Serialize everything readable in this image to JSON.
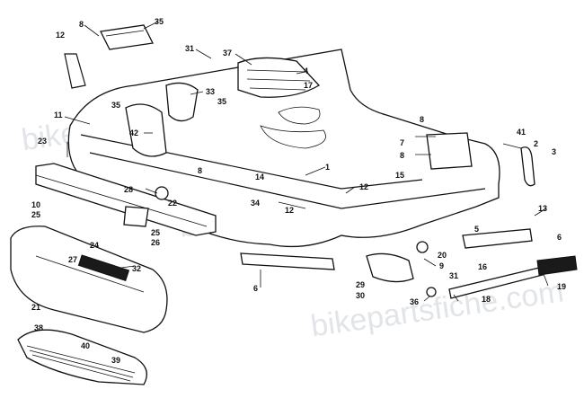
{
  "diagram": {
    "watermark": "bikepartsfiche.com",
    "callouts": [
      {
        "id": "c8a",
        "text": "8"
      },
      {
        "id": "c12a",
        "text": "12"
      },
      {
        "id": "c35a",
        "text": "35"
      },
      {
        "id": "c31a",
        "text": "31"
      },
      {
        "id": "c37",
        "text": "37"
      },
      {
        "id": "c4",
        "text": "4"
      },
      {
        "id": "c17",
        "text": "17"
      },
      {
        "id": "c33",
        "text": "33"
      },
      {
        "id": "c35b",
        "text": "35"
      },
      {
        "id": "c35c",
        "text": "35"
      },
      {
        "id": "c11",
        "text": "11"
      },
      {
        "id": "c42",
        "text": "42"
      },
      {
        "id": "c23",
        "text": "23"
      },
      {
        "id": "c8b",
        "text": "8"
      },
      {
        "id": "c8c",
        "text": "8"
      },
      {
        "id": "c7",
        "text": "7"
      },
      {
        "id": "c8d",
        "text": "8"
      },
      {
        "id": "c41",
        "text": "41"
      },
      {
        "id": "c2",
        "text": "2"
      },
      {
        "id": "c3",
        "text": "3"
      },
      {
        "id": "c15",
        "text": "15"
      },
      {
        "id": "c1",
        "text": "1"
      },
      {
        "id": "c14",
        "text": "14"
      },
      {
        "id": "c12b",
        "text": "12"
      },
      {
        "id": "c28",
        "text": "28"
      },
      {
        "id": "c22",
        "text": "22"
      },
      {
        "id": "c34",
        "text": "34"
      },
      {
        "id": "c12c",
        "text": "12"
      },
      {
        "id": "c10",
        "text": "10"
      },
      {
        "id": "c25a",
        "text": "25"
      },
      {
        "id": "c25b",
        "text": "25"
      },
      {
        "id": "c24",
        "text": "24"
      },
      {
        "id": "c26",
        "text": "26"
      },
      {
        "id": "c13",
        "text": "13"
      },
      {
        "id": "c5",
        "text": "5"
      },
      {
        "id": "c6a",
        "text": "6"
      },
      {
        "id": "c20",
        "text": "20"
      },
      {
        "id": "c9",
        "text": "9"
      },
      {
        "id": "c31b",
        "text": "31"
      },
      {
        "id": "c16",
        "text": "16"
      },
      {
        "id": "c27",
        "text": "27"
      },
      {
        "id": "c32",
        "text": "32"
      },
      {
        "id": "c6b",
        "text": "6"
      },
      {
        "id": "c29",
        "text": "29"
      },
      {
        "id": "c30",
        "text": "30"
      },
      {
        "id": "c36",
        "text": "36"
      },
      {
        "id": "c18",
        "text": "18"
      },
      {
        "id": "c19",
        "text": "19"
      },
      {
        "id": "c21",
        "text": "21"
      },
      {
        "id": "c38",
        "text": "38"
      },
      {
        "id": "c40",
        "text": "40"
      },
      {
        "id": "c39",
        "text": "39"
      }
    ]
  }
}
